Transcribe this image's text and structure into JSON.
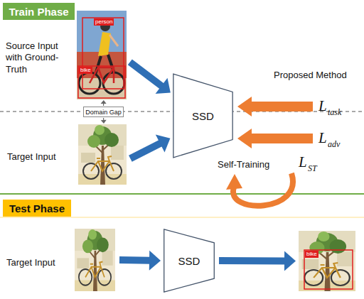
{
  "diagram": {
    "nodes": [
      {
        "text": [
          "Train Phase"
        ]
      },
      {
        "text": [
          "Source Input with Ground-Truth",
          "person",
          "bike"
        ]
      },
      {
        "text": [
          "Domain Gap"
        ]
      },
      {
        "text": [
          "Target Input"
        ]
      },
      {
        "text": [
          "SSD"
        ]
      },
      {
        "text": [
          "Test Phase"
        ]
      },
      {
        "text": [
          "Target Input"
        ]
      },
      {
        "text": [
          "SSD"
        ]
      },
      {
        "text": [
          "bike"
        ]
      }
    ],
    "edges": [
      {
        "from": 2,
        "to": 1,
        "arrow": "to"
      },
      {
        "from": 2,
        "to": 3,
        "arrow": "to"
      },
      {
        "from": 1,
        "to": 4,
        "arrow": "to"
      },
      {
        "from": 3,
        "to": 4,
        "arrow": "to"
      },
      {
        "from": 6,
        "to": 7,
        "arrow": "to"
      },
      {
        "from": 7,
        "to": 8,
        "arrow": "to"
      }
    ],
    "labels": [
      "Proposed Method",
      "L",
      "task",
      "L",
      "adv",
      "Self-Training",
      "L",
      "ST"
    ]
  }
}
